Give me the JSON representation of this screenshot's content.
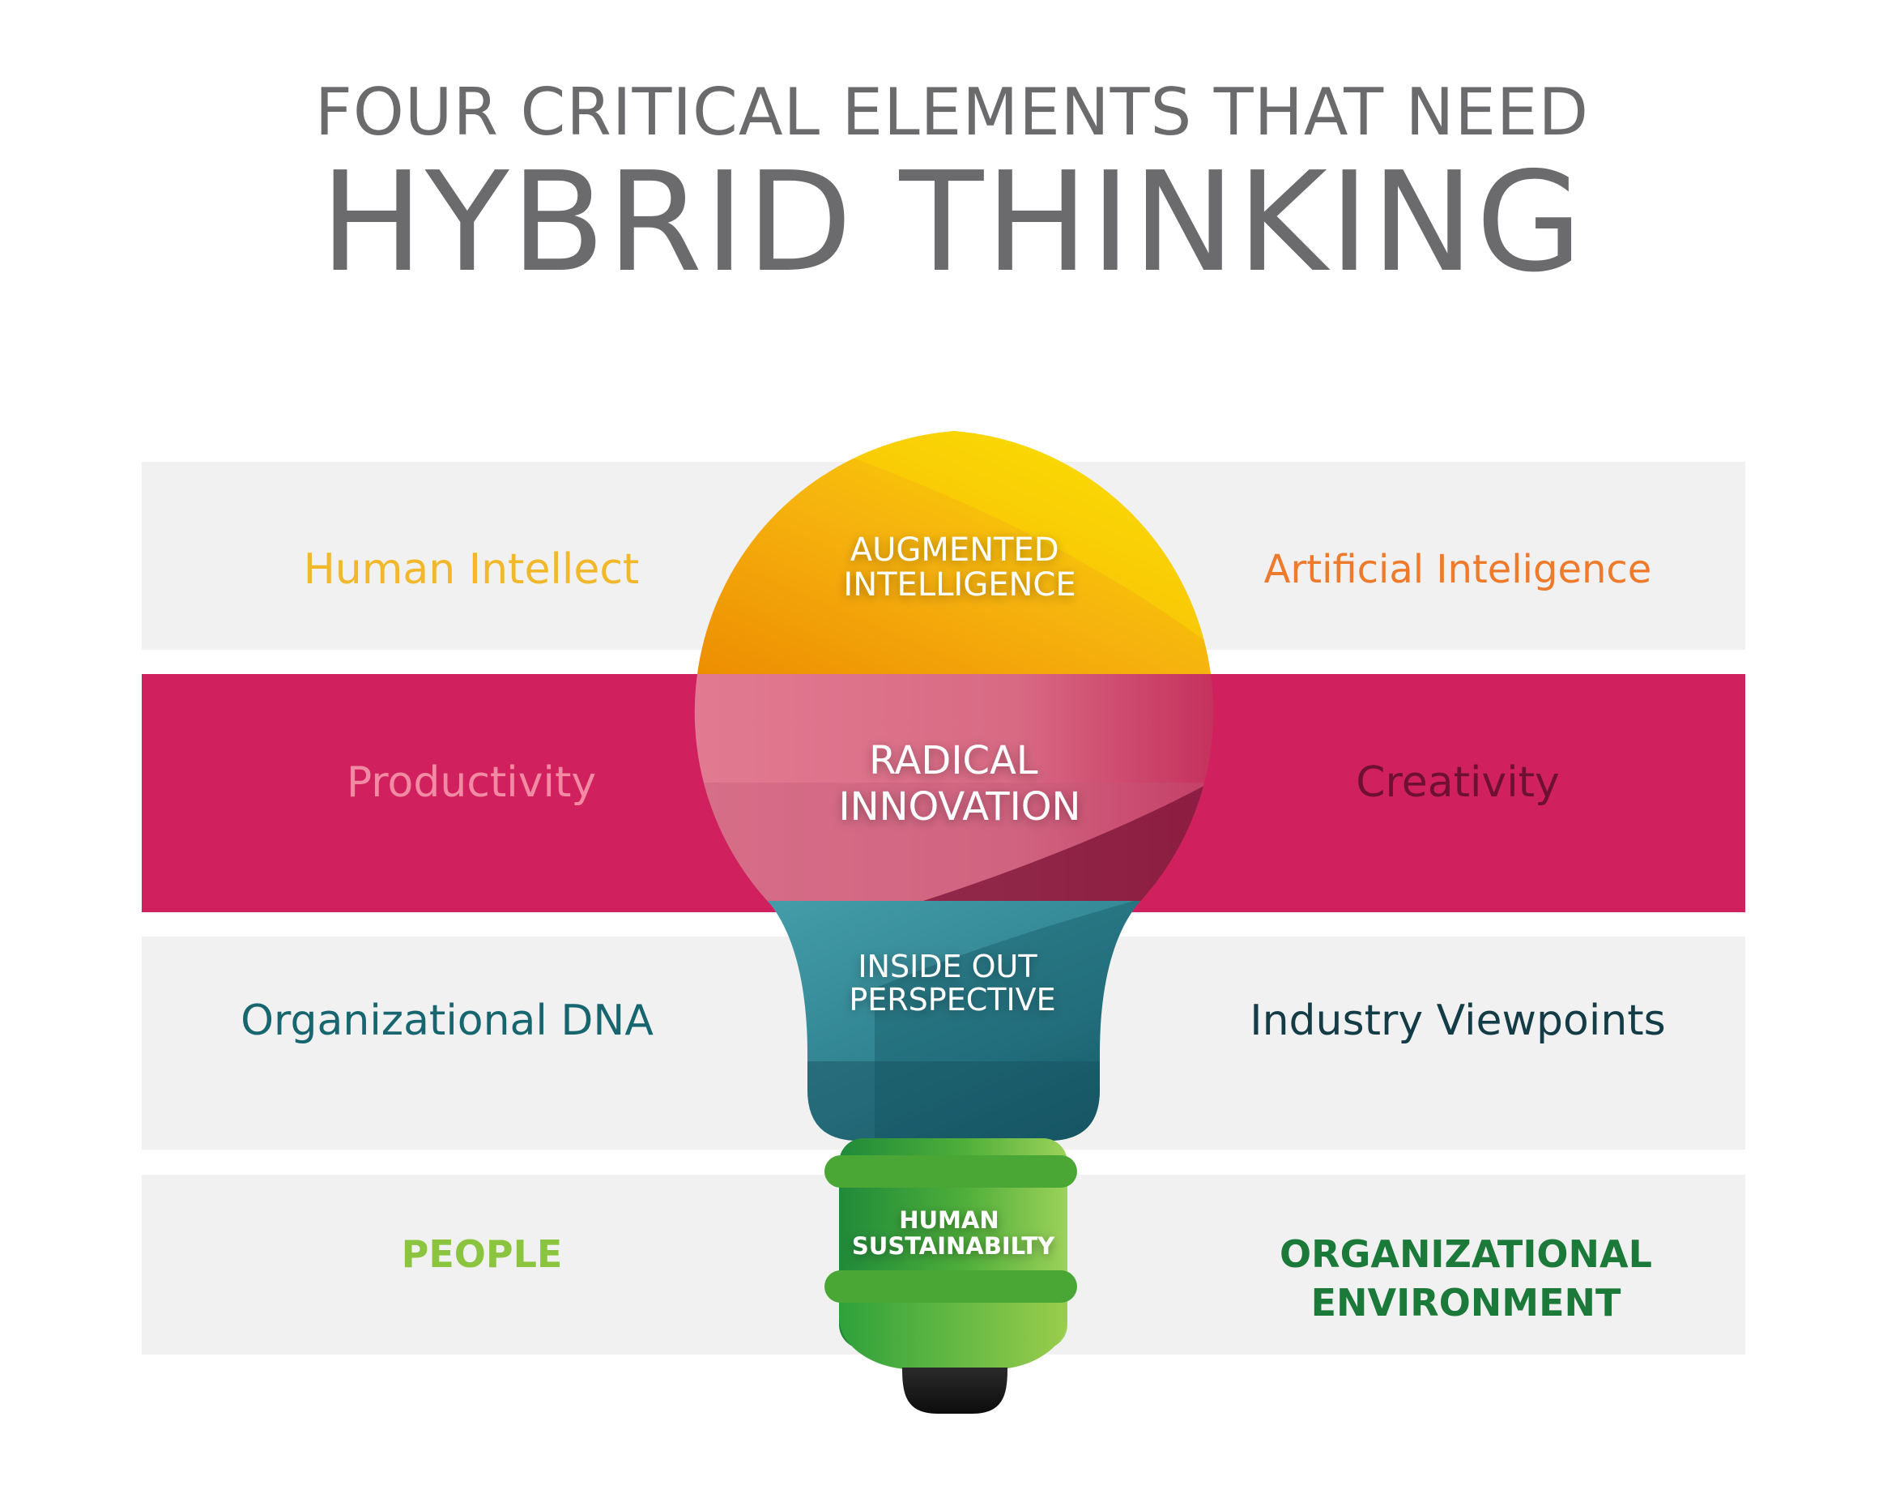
{
  "title": {
    "line1": "FOUR CRITICAL ELEMENTS THAT NEED",
    "line2": "HYBRID THINKING"
  },
  "rows": [
    {
      "left": "Human Intellect",
      "center": [
        "AUGMENTED",
        "INTELLIGENCE"
      ],
      "right": "Artificial Inteligence"
    },
    {
      "left": "Productivity",
      "center": [
        "RADICAL",
        "INNOVATION"
      ],
      "right": "Creativity"
    },
    {
      "left": "Organizational DNA",
      "center": [
        "INSIDE OUT",
        "PERSPECTIVE"
      ],
      "right": "Industry Viewpoints"
    },
    {
      "left": "PEOPLE",
      "center": [
        "HUMAN",
        "SUSTAINABILTY"
      ],
      "right": [
        "ORGANIZATIONAL",
        "ENVIRONMENT"
      ]
    }
  ],
  "colors": {
    "title": "#6b6b6e",
    "band_light": "#f1f1f1",
    "band_pink": "#d0215e",
    "human_intellect": "#f0b82a",
    "artificial_inteligence": "#ee7a2c",
    "productivity": "#f28aa3",
    "creativity": "#6e1030",
    "organizational_dna": "#17666f",
    "industry_viewpoints": "#143c46",
    "people": "#8bc53f",
    "organizational_environment": "#1b7a3a"
  }
}
